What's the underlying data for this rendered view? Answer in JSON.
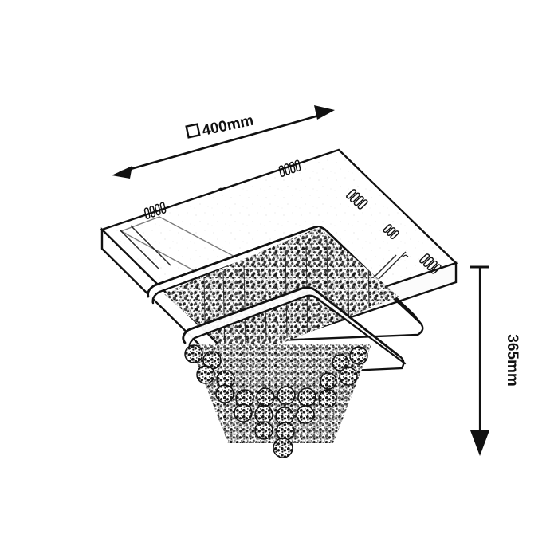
{
  "drawing": {
    "type": "product-dimension-drawing",
    "subject": "square crystal LED ceiling light",
    "view": "isometric",
    "background_color": "#ffffff",
    "line_color": "#111111"
  },
  "dimensions": {
    "width": {
      "label": "□400mm",
      "value": 400,
      "unit": "mm",
      "symbol": "square",
      "orientation": "diagonal",
      "arrow_style": "double",
      "text_rotation_deg": -12
    },
    "height": {
      "label": "365mm",
      "value": 365,
      "unit": "mm",
      "orientation": "vertical",
      "arrow_style": "single-down-with-top-tick",
      "text_rotation_deg": 90
    }
  },
  "fixture": {
    "ceiling_plate": {
      "name": "square ceiling mounting plate",
      "led_slot_groups": 5,
      "slots_per_group": 4
    },
    "tiers": [
      {
        "name": "upper rounded-square LED ring"
      },
      {
        "name": "lower rounded-square LED ring"
      }
    ],
    "crystal_cascade": {
      "name": "hanging crystal ball cascade",
      "shape": "inverted pyramid"
    }
  }
}
